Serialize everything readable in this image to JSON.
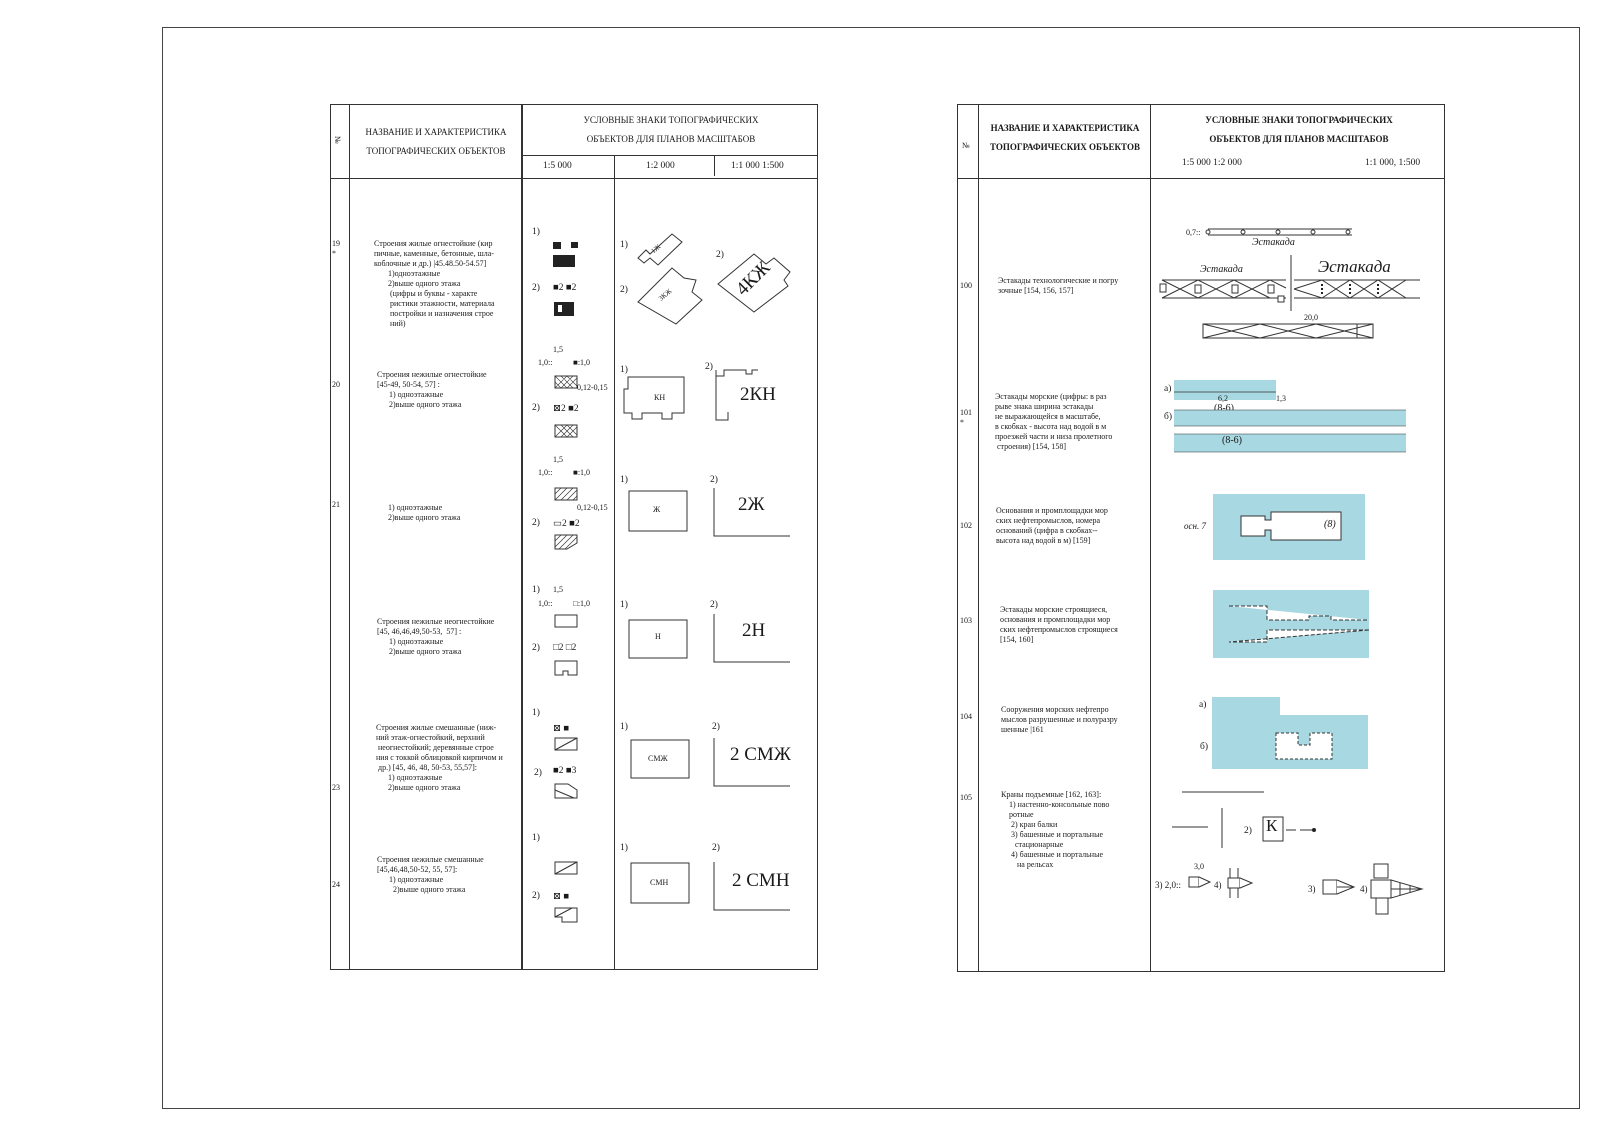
{
  "left": {
    "header": {
      "no": "№",
      "name": "НАЗВАНИЕ И ХАРАКТЕРИСТИКА\nТОПОГРАФИЧЕСКИХ ОБЪЕКТОВ",
      "symbols": "УСЛОВНЫЕ ЗНАКИ ТОПОГРАФИЧЕСКИХ\nОБЪЕКТОВ ДЛЯ ПЛАНОВ МАСШТАБОВ",
      "s5000": "1:5 000",
      "s2000": "1:2 000",
      "s1000": "1:1 000  1:500"
    },
    "rows": [
      {
        "no": "19\n*",
        "text": "Строения жилые огнестойкие (кир\nпичные, каменные, бетонные, шла-\nкоблочные и др.) |45.48.50-54.57]\n       1)одноэтажные\n       2)выше одного этажа\n        (цифры и буквы - характе\n        ристики этажности, материала\n        постройки и назначения строе\n        ний)",
        "m1": "1)",
        "m2": "2)",
        "d1": "■2  ■2",
        "b1": "1)",
        "b2": "2)",
        "lb1": "1Ж",
        "lb2": "3КЖ",
        "c2": "2)",
        "big": "4КЖ"
      },
      {
        "no": "20",
        "text": "Строения нежилые огнестойкие\n[45-49, 50-54, 57] :\n      1) одноэтажные\n      2)выше одного этажа",
        "dim_top": "1,5",
        "dim_l": "1,0::",
        "dim_r": "■:1,0",
        "dim_w": "0,12-0,15",
        "m2": "2)",
        "d1": "⊠2  ■2",
        "b1": "1)",
        "lb": "КН",
        "c2": "2)",
        "big": "2КН"
      },
      {
        "no": "21",
        "text": "       1) одноэтажные\n       2)выше одного этажа",
        "dim_top": "1,5",
        "dim_l": "1,0::",
        "dim_r": "■:1,0",
        "dim_w": "0,12-0,15",
        "m2": "2)",
        "d1": "▭2  ■2",
        "b1": "1)",
        "lb": "Ж",
        "c2": "2)",
        "big": "2Ж"
      },
      {
        "no": "",
        "text": "Строения нежилые неогнестойкие\n[45, 46,46,49,50-53,  57] :\n      1) одноэтажные\n      2)выше одного этажа",
        "m1": "1)",
        "dim_top": "1,5",
        "dim_l": "1,0::",
        "dim_r": "□:1,0",
        "m2": "2)",
        "d1": "□2  □2",
        "b1": "1)",
        "lb": "Н",
        "c2": "2)",
        "big": "2Н"
      },
      {
        "no": "",
        "text": "Строения жилые смешанные (ниж-\nний этаж-огнестойкий, верхний\n неогнестойкий; деревянные строе\nния с токкой облицовкой кирпичом и\n др.) [45, 46, 48, 50-53, 55,57]:\n      1) одноэтажные\n      2)выше одного этажа",
        "m1": "1)",
        "d0": "⊠  ■",
        "m2": "2)",
        "d1": "■2  ■3",
        "b1": "1)",
        "lb": "СМЖ",
        "c2": "2)",
        "big": "2 СМЖ"
      },
      {
        "no": "24",
        "text": "Строения нежилые смешанные\n[45,46,48,50-52, 55, 57]:\n      1) одноэтажные\n        2)выше одного этажа",
        "m1": "1)",
        "d0": "⊠  ■",
        "m2": "2)",
        "b1": "1)",
        "lb": "СМН",
        "c2": "2)",
        "big": "2 СМН"
      }
    ],
    "no23": "23"
  },
  "right": {
    "header": {
      "no": "№",
      "name": "НАЗВАНИЕ И ХАРАКТЕРИСТИКА\nТОПОГРАФИЧЕСКИХ ОБЪЕКТОВ",
      "symbols": "УСЛОВНЫЕ ЗНАКИ ТОПОГРАФИЧЕСКИХ\nОБЪЕКТОВ ДЛЯ ПЛАНОВ МАСШТАБОВ",
      "s5000": "1:5 000  1:2 000",
      "s1000": "1:1 000, 1:500"
    },
    "rows": [
      {
        "no": "100",
        "text": "Эстакады технологические и погру\nзочные [154, 156, 157]",
        "d07": "0,7::",
        "est1": "Эстакада",
        "est2": "Эстакада",
        "est3": "Эстакада",
        "d20": "20,0"
      },
      {
        "no": "101\n*",
        "text": "Эстакады морские (цифры: в раз\nрыве знака ширина эстакады\nне выражающейся в масштабе,\nв скобках - высота над водой в м\nпроезжей части и низа пролетного\n строения) [154, 158]",
        "a": "а)",
        "b": "б)",
        "d62": "6,2",
        "d13": "1,3",
        "v1": "(8-6)",
        "v2": "(8-6)"
      },
      {
        "no": "102",
        "text": "Основания и промплощадки мор\nских нефтепромыслов, номера\nоснований (цифра в скобках--\nвысота над водой в м) [159]",
        "osn": "осн. 7",
        "h": "(8)"
      },
      {
        "no": "103",
        "text": "Эстакады морские строящиеся,\nоснования и промплощадки мор\nских нефтепромыслов строящиеся\n[154, 160]"
      },
      {
        "no": "104",
        "text": "Сооружения морских нефтепро\nмыслов разрушенные и полуразру\nшенные |161",
        "a": "а)",
        "b": "б)"
      },
      {
        "no": "105",
        "text": "Краны подъемные [162, 163]:\n    1) настенно-консольные пово\n    ротные\n     2) кран балки\n     3) башенные и портальные\n       стационарные\n     4) башенные и портальные\n        на рельсах",
        "k2": "2)",
        "k": "К",
        "d30": "3,0",
        "k3": "3) 2,0::",
        "k4": "4)",
        "k3b": "3)",
        "k4b": "4)"
      }
    ]
  },
  "colors": {
    "water": "#a8d8e2",
    "line": "#333333"
  }
}
